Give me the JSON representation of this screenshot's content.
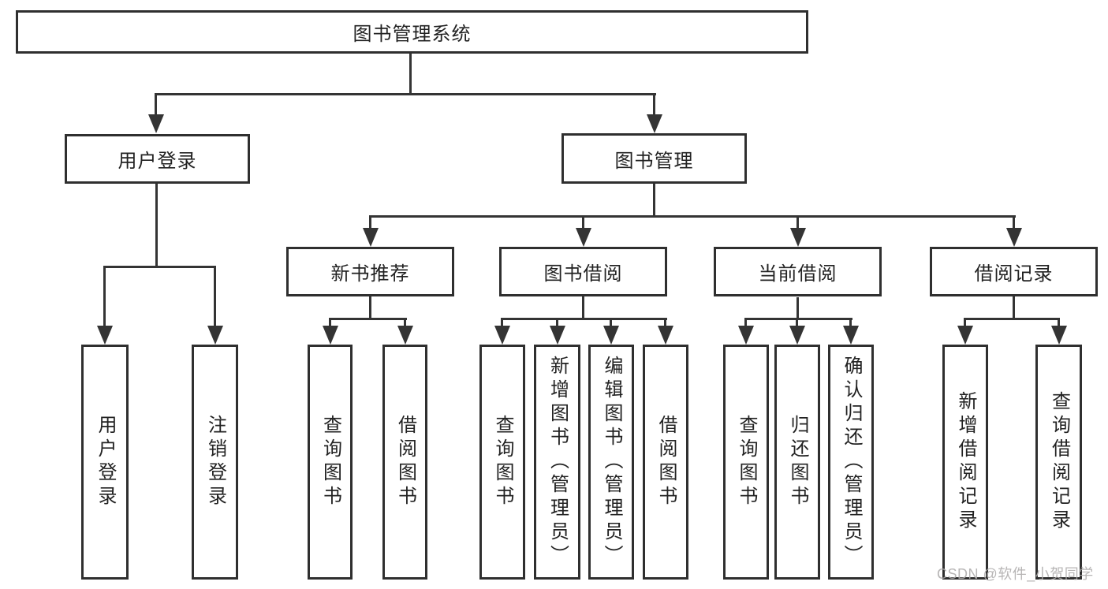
{
  "diagram_title": "图书管理系统",
  "tree": {
    "root": {
      "label": "图书管理系统",
      "children": [
        {
          "label": "用户登录",
          "children": [
            {
              "label": "用户登录"
            },
            {
              "label": "注销登录"
            }
          ]
        },
        {
          "label": "图书管理",
          "children": [
            {
              "label": "新书推荐",
              "children": [
                {
                  "label": "查询图书"
                },
                {
                  "label": "借阅图书"
                }
              ]
            },
            {
              "label": "图书借阅",
              "children": [
                {
                  "label": "查询图书"
                },
                {
                  "label": "新增图书（管理员）"
                },
                {
                  "label": "编辑图书（管理员）"
                },
                {
                  "label": "借阅图书"
                }
              ]
            },
            {
              "label": "当前借阅",
              "children": [
                {
                  "label": "查询图书"
                },
                {
                  "label": "归还图书"
                },
                {
                  "label": "确认归还（管理员）"
                }
              ]
            },
            {
              "label": "借阅记录",
              "children": [
                {
                  "label": "新增借阅记录"
                },
                {
                  "label": "查询借阅记录"
                }
              ]
            }
          ]
        }
      ]
    }
  },
  "watermark": {
    "text": "CSDN @软件_小贺同学"
  },
  "colors": {
    "line": "#343434",
    "box_border": "#2f2f2f",
    "text": "#222222",
    "background": "#ffffff",
    "watermark": "#b0aeae"
  }
}
